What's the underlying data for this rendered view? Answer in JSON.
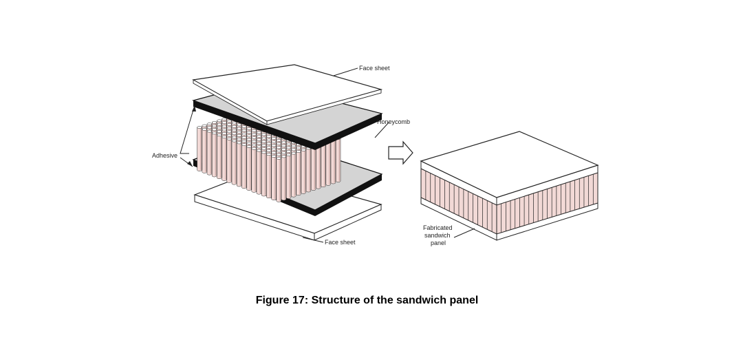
{
  "labels": {
    "face_sheet_top": "Face sheet",
    "honeycomb": "Honeycomb",
    "adhesive": "Adhesive",
    "face_sheet_bottom": "Face sheet",
    "fabricated_line1": "Fabricated",
    "fabricated_line2": "sandwich",
    "fabricated_line3": "panel"
  },
  "caption": "Figure 17: Structure of the sandwich panel",
  "colors": {
    "sheet_white": "#ffffff",
    "adhesive_gray": "#d4d4d4",
    "adhesive_edge": "#111111",
    "cell_fill": "#f2d9d6",
    "cell_shade": "#caa8a4",
    "line": "#222222"
  }
}
